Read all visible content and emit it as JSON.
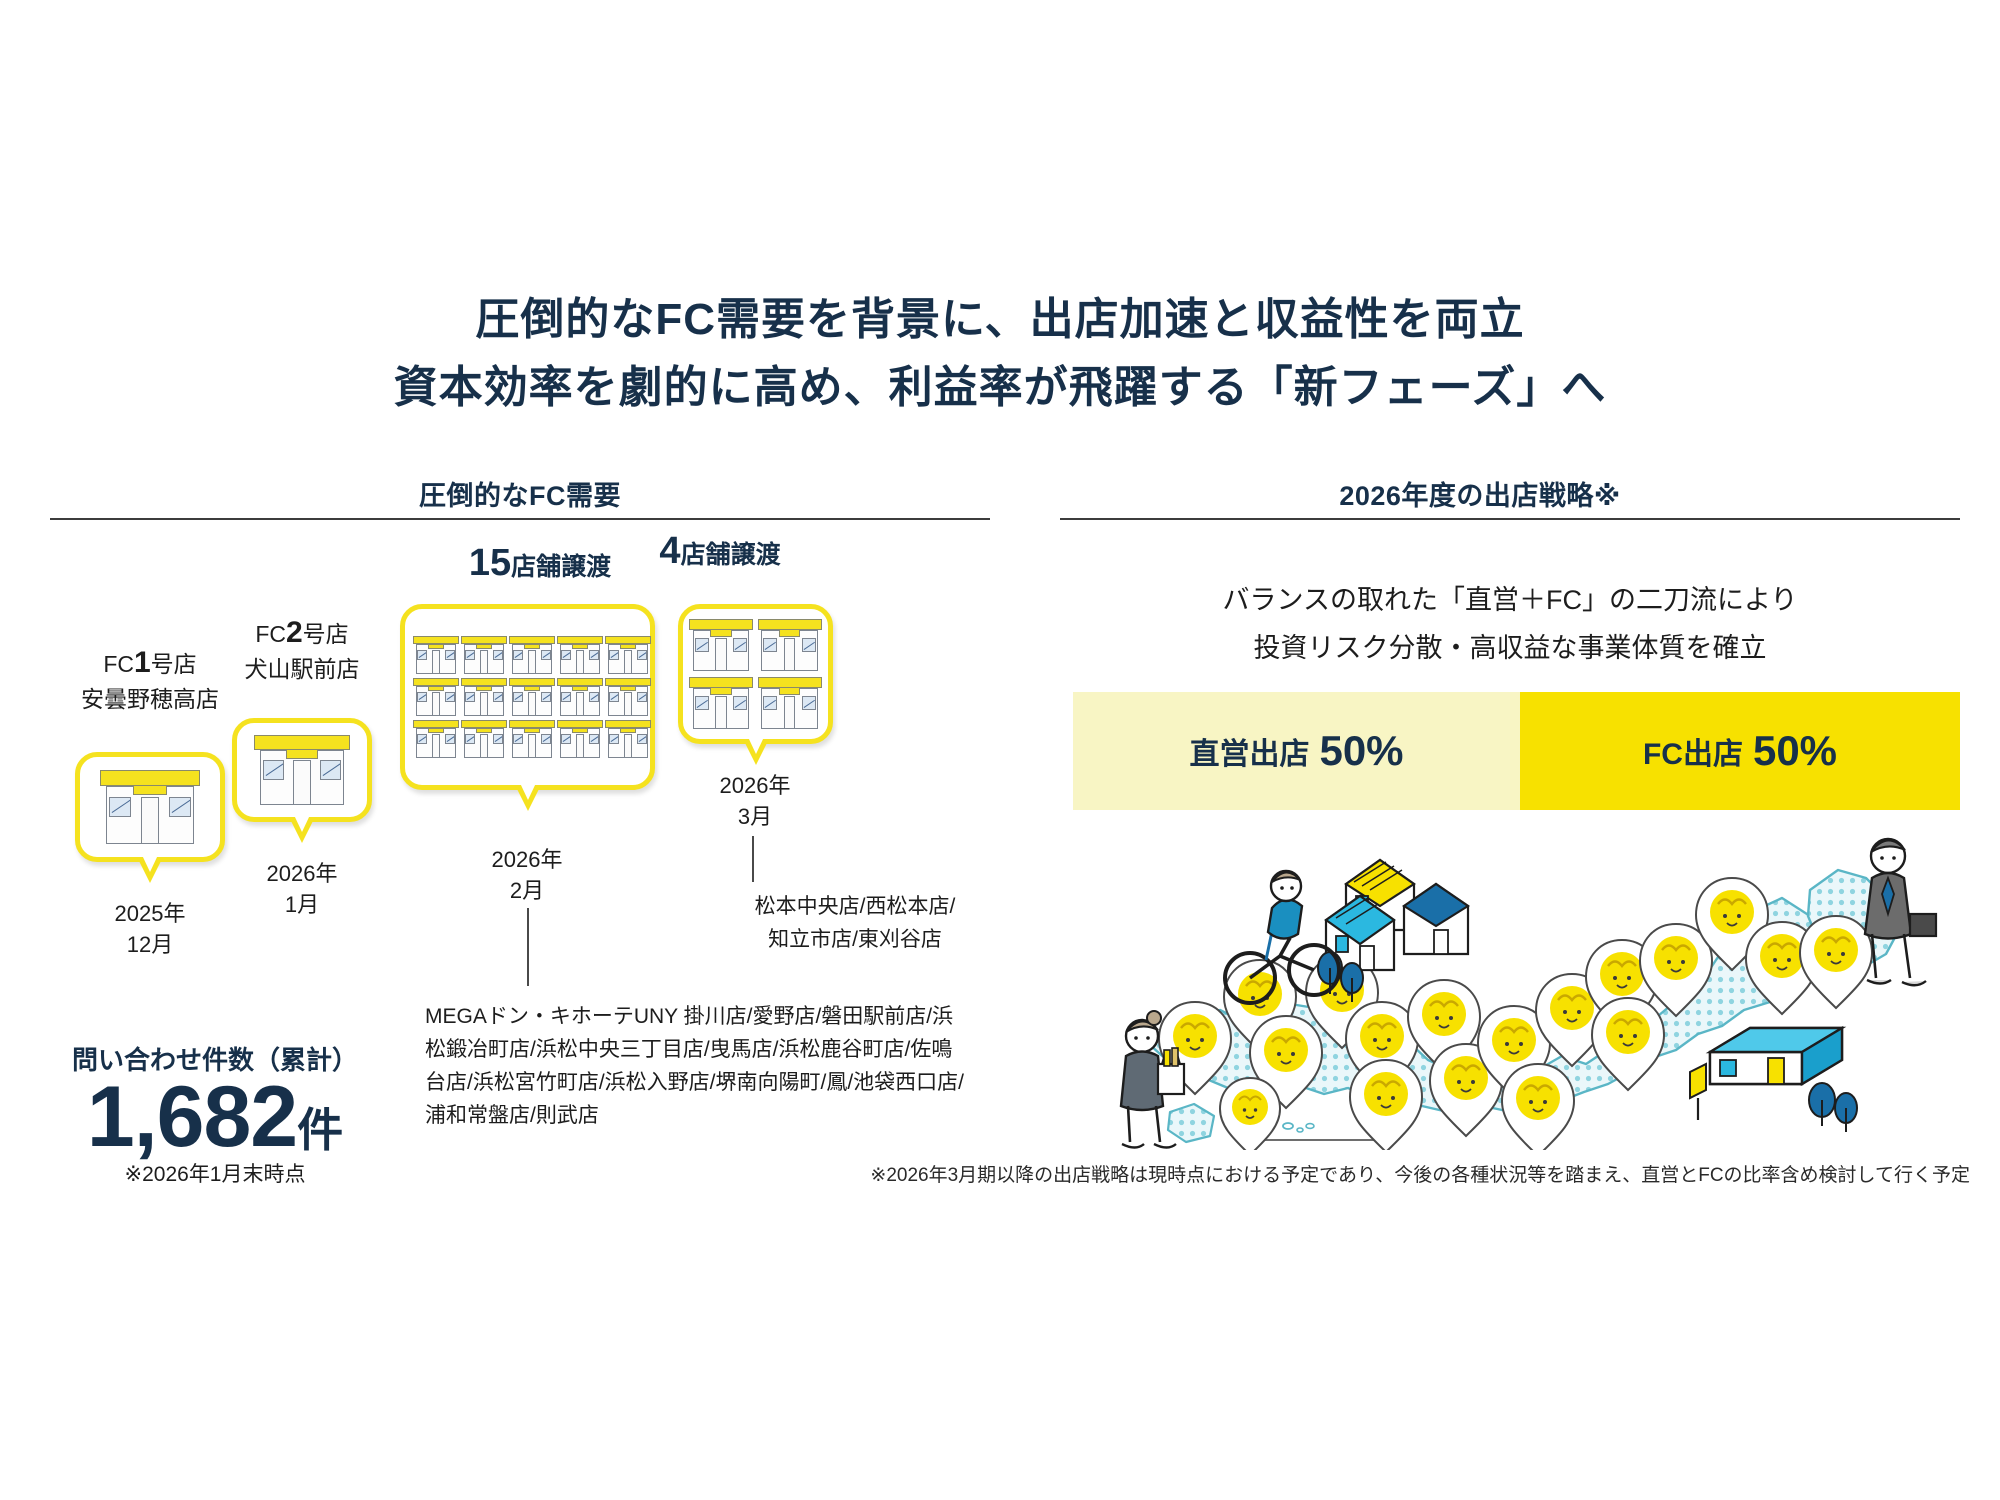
{
  "title": {
    "line1": "圧倒的なFC需要を背景に、出店加速と収益性を両立",
    "line2": "資本効率を劇的に高め、利益率が飛躍する「新フェーズ」へ"
  },
  "left_panel": {
    "header": "圧倒的なFC需要",
    "stores": [
      {
        "prefix": "FC",
        "number": "1",
        "suffix": "号店",
        "name": "安曇野穂高店",
        "date_year": "2025年",
        "date_month": "12月"
      },
      {
        "prefix": "FC",
        "number": "2",
        "suffix": "号店",
        "name": "犬山駅前店",
        "date_year": "2026年",
        "date_month": "1月"
      }
    ],
    "batch_15": {
      "count": "15",
      "count_suffix": "店舗譲渡",
      "icon_count": 15,
      "date_year": "2026年",
      "date_month": "2月",
      "shop_list": "MEGAドン・キホーテUNY 掛川店/愛野店/磐田駅前店/浜松鍛冶町店/浜松中央三丁目店/曳馬店/浜松鹿谷町店/佐鳴台店/浜松宮竹町店/浜松入野店/堺南向陽町/鳳/池袋西口店/浦和常盤店/則武店"
    },
    "batch_4": {
      "count": "4",
      "count_suffix": "店舗譲渡",
      "icon_count": 4,
      "date_year": "2026年",
      "date_month": "3月",
      "shop_list_line1": "松本中央店/西松本店/",
      "shop_list_line2": "知立市店/東刈谷店"
    },
    "inquiry": {
      "title": "問い合わせ件数（累計）",
      "value": "1,682",
      "unit": "件",
      "note": "※2026年1月末時点"
    }
  },
  "right_panel": {
    "header": "2026年度の出店戦略※",
    "lead_line1": "バランスの取れた「直営＋FC」の二刀流により",
    "lead_line2": "投資リスク分散・高収益な事業体質を確立",
    "ratios": [
      {
        "label": "直営出店",
        "value": "50%",
        "color": "#f8f5c4"
      },
      {
        "label": "FC出店",
        "value": "50%",
        "color": "#f7e100"
      }
    ],
    "footnote": "※2026年3月期以降の出店戦略は現時点における予定であり、今後の各種状況等を踏まえ、直営とFCの比率含め検討して行く予定"
  },
  "colors": {
    "brand_yellow": "#f7e100",
    "bubble_border": "#f5e21f",
    "pale_yellow": "#f8f5c4",
    "navy": "#17304a",
    "map_teal": "#8fd4e0"
  },
  "chart_data": {
    "type": "bar",
    "title": "2026年度の出店戦略",
    "categories": [
      "直営出店",
      "FC出店"
    ],
    "values": [
      50,
      50
    ],
    "unit": "%",
    "ylim": [
      0,
      100
    ],
    "legend": "none",
    "grid": false
  }
}
